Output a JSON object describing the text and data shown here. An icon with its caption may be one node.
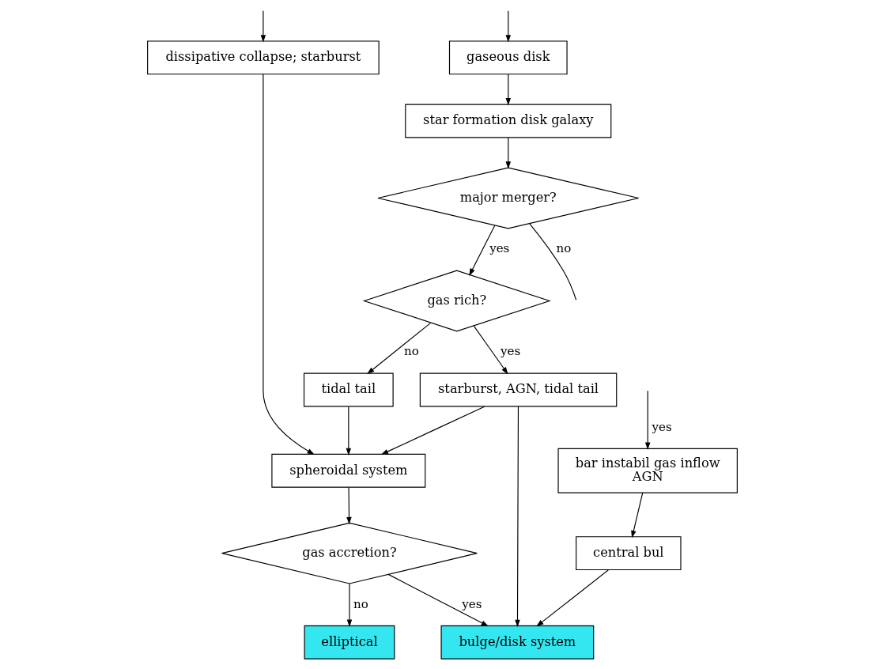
{
  "diagram": {
    "nodes": [
      {
        "text": [
          "dissipative collapse; starburst"
        ]
      },
      {
        "text": [
          "gaseous disk"
        ]
      },
      {
        "text": [
          "star formation disk galaxy"
        ]
      },
      {
        "text": [
          "major merger?"
        ]
      },
      {
        "text": [
          "gas rich?"
        ]
      },
      {
        "text": [
          "tidal tail"
        ]
      },
      {
        "text": [
          "starburst, AGN, tidal tail"
        ]
      },
      {
        "text": [
          "bar instabil gas inflow",
          "AGN"
        ]
      },
      {
        "text": [
          "spheroidal system"
        ]
      },
      {
        "text": [
          "central bul"
        ]
      },
      {
        "text": [
          "gas accretion?"
        ]
      },
      {
        "text": [
          "elliptical"
        ]
      },
      {
        "text": [
          "bulge/disk system"
        ]
      }
    ],
    "edges": [
      {
        "from": null,
        "to": 0,
        "arrow": "to"
      },
      {
        "from": null,
        "to": 1,
        "arrow": "to"
      },
      {
        "from": 1,
        "to": 2,
        "arrow": "to"
      },
      {
        "from": 2,
        "to": 3,
        "arrow": "to"
      },
      {
        "from": 3,
        "to": 4,
        "arrow": "to",
        "label": "yes"
      },
      {
        "from": 3,
        "to": null,
        "arrow": "none",
        "label": "no"
      },
      {
        "from": null,
        "to": 7,
        "arrow": "to",
        "label": "yes"
      },
      {
        "from": 4,
        "to": 5,
        "arrow": "to",
        "label": "no"
      },
      {
        "from": 4,
        "to": 6,
        "arrow": "to",
        "label": "yes"
      },
      {
        "from": 0,
        "to": 8,
        "arrow": "to"
      },
      {
        "from": 5,
        "to": 8,
        "arrow": "to"
      },
      {
        "from": 6,
        "to": 8,
        "arrow": "to"
      },
      {
        "from": 6,
        "to": 12,
        "arrow": "to"
      },
      {
        "from": 7,
        "to": 9,
        "arrow": "to"
      },
      {
        "from": 9,
        "to": 12,
        "arrow": "to"
      },
      {
        "from": 8,
        "to": 10,
        "arrow": "to"
      },
      {
        "from": 10,
        "to": 11,
        "arrow": "to",
        "label": "no"
      },
      {
        "from": 10,
        "to": 12,
        "arrow": "to",
        "label": "yes"
      }
    ]
  }
}
